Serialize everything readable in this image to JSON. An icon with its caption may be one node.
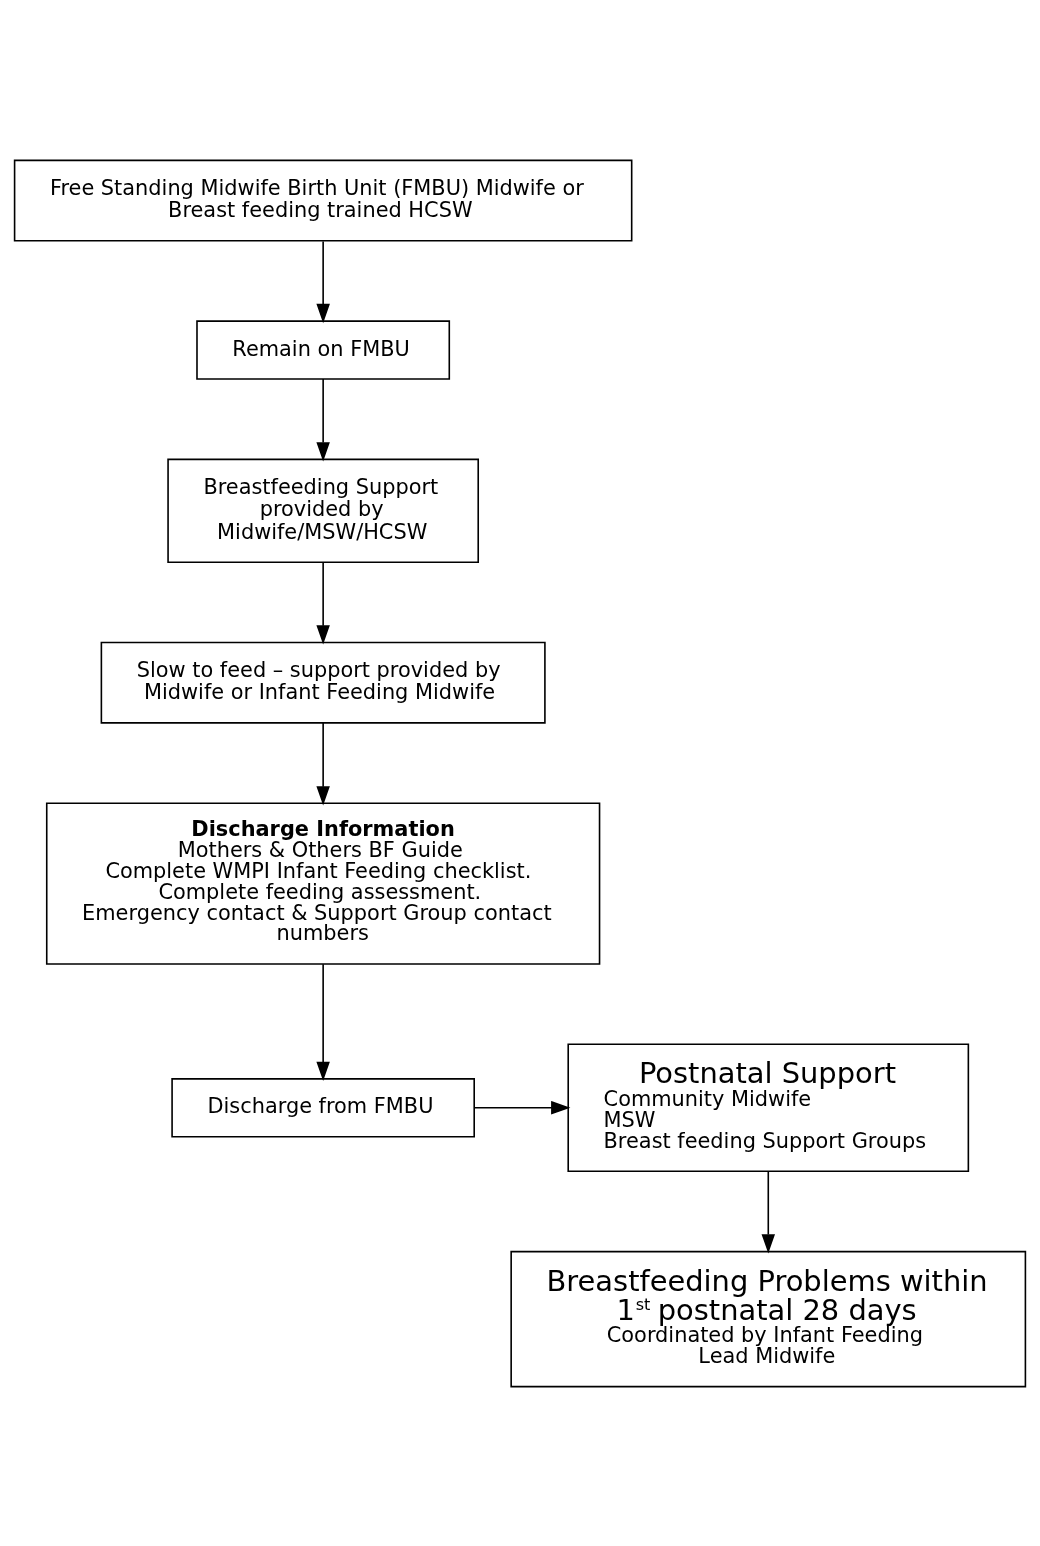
{
  "diagram": {
    "nodes": [
      {
        "text": [
          "Free Standing Midwife Birth Unit (FMBU) Midwife or Breast feeding trained HCSW"
        ]
      },
      {
        "text": [
          "Remain on FMBU"
        ]
      },
      {
        "text": [
          "Breastfeeding Support provided by Midwife/MSW/HCSW"
        ]
      },
      {
        "text": [
          "Slow to feed – support provided by Midwife or Infant Feeding Midwife"
        ]
      },
      {
        "text": [
          "Discharge Information",
          "Mothers & Others BF Guide",
          "Complete WMPI Infant Feeding checklist.",
          "Complete feeding assessment.",
          "Emergency contact & Support Group contact numbers"
        ]
      },
      {
        "text": [
          "Discharge from FMBU"
        ]
      },
      {
        "text": [
          "Postnatal Support",
          "Community Midwife",
          "MSW",
          "Breast feeding Support Groups"
        ]
      },
      {
        "text": [
          "Breastfeeding Problems within 1$^{st}$ postnatal 28 days",
          "Coordinated by Infant Feeding Lead Midwife"
        ]
      }
    ],
    "edges": [
      {
        "from": 0,
        "to": 1,
        "arrow": "to"
      },
      {
        "from": 1,
        "to": 2,
        "arrow": "to"
      },
      {
        "from": 2,
        "to": 3,
        "arrow": "to"
      },
      {
        "from": 3,
        "to": 4,
        "arrow": "to"
      },
      {
        "from": 4,
        "to": 5,
        "arrow": "to"
      },
      {
        "from": 5,
        "to": 6,
        "arrow": "to"
      },
      {
        "from": 6,
        "to": 7,
        "arrow": "to"
      }
    ]
  }
}
